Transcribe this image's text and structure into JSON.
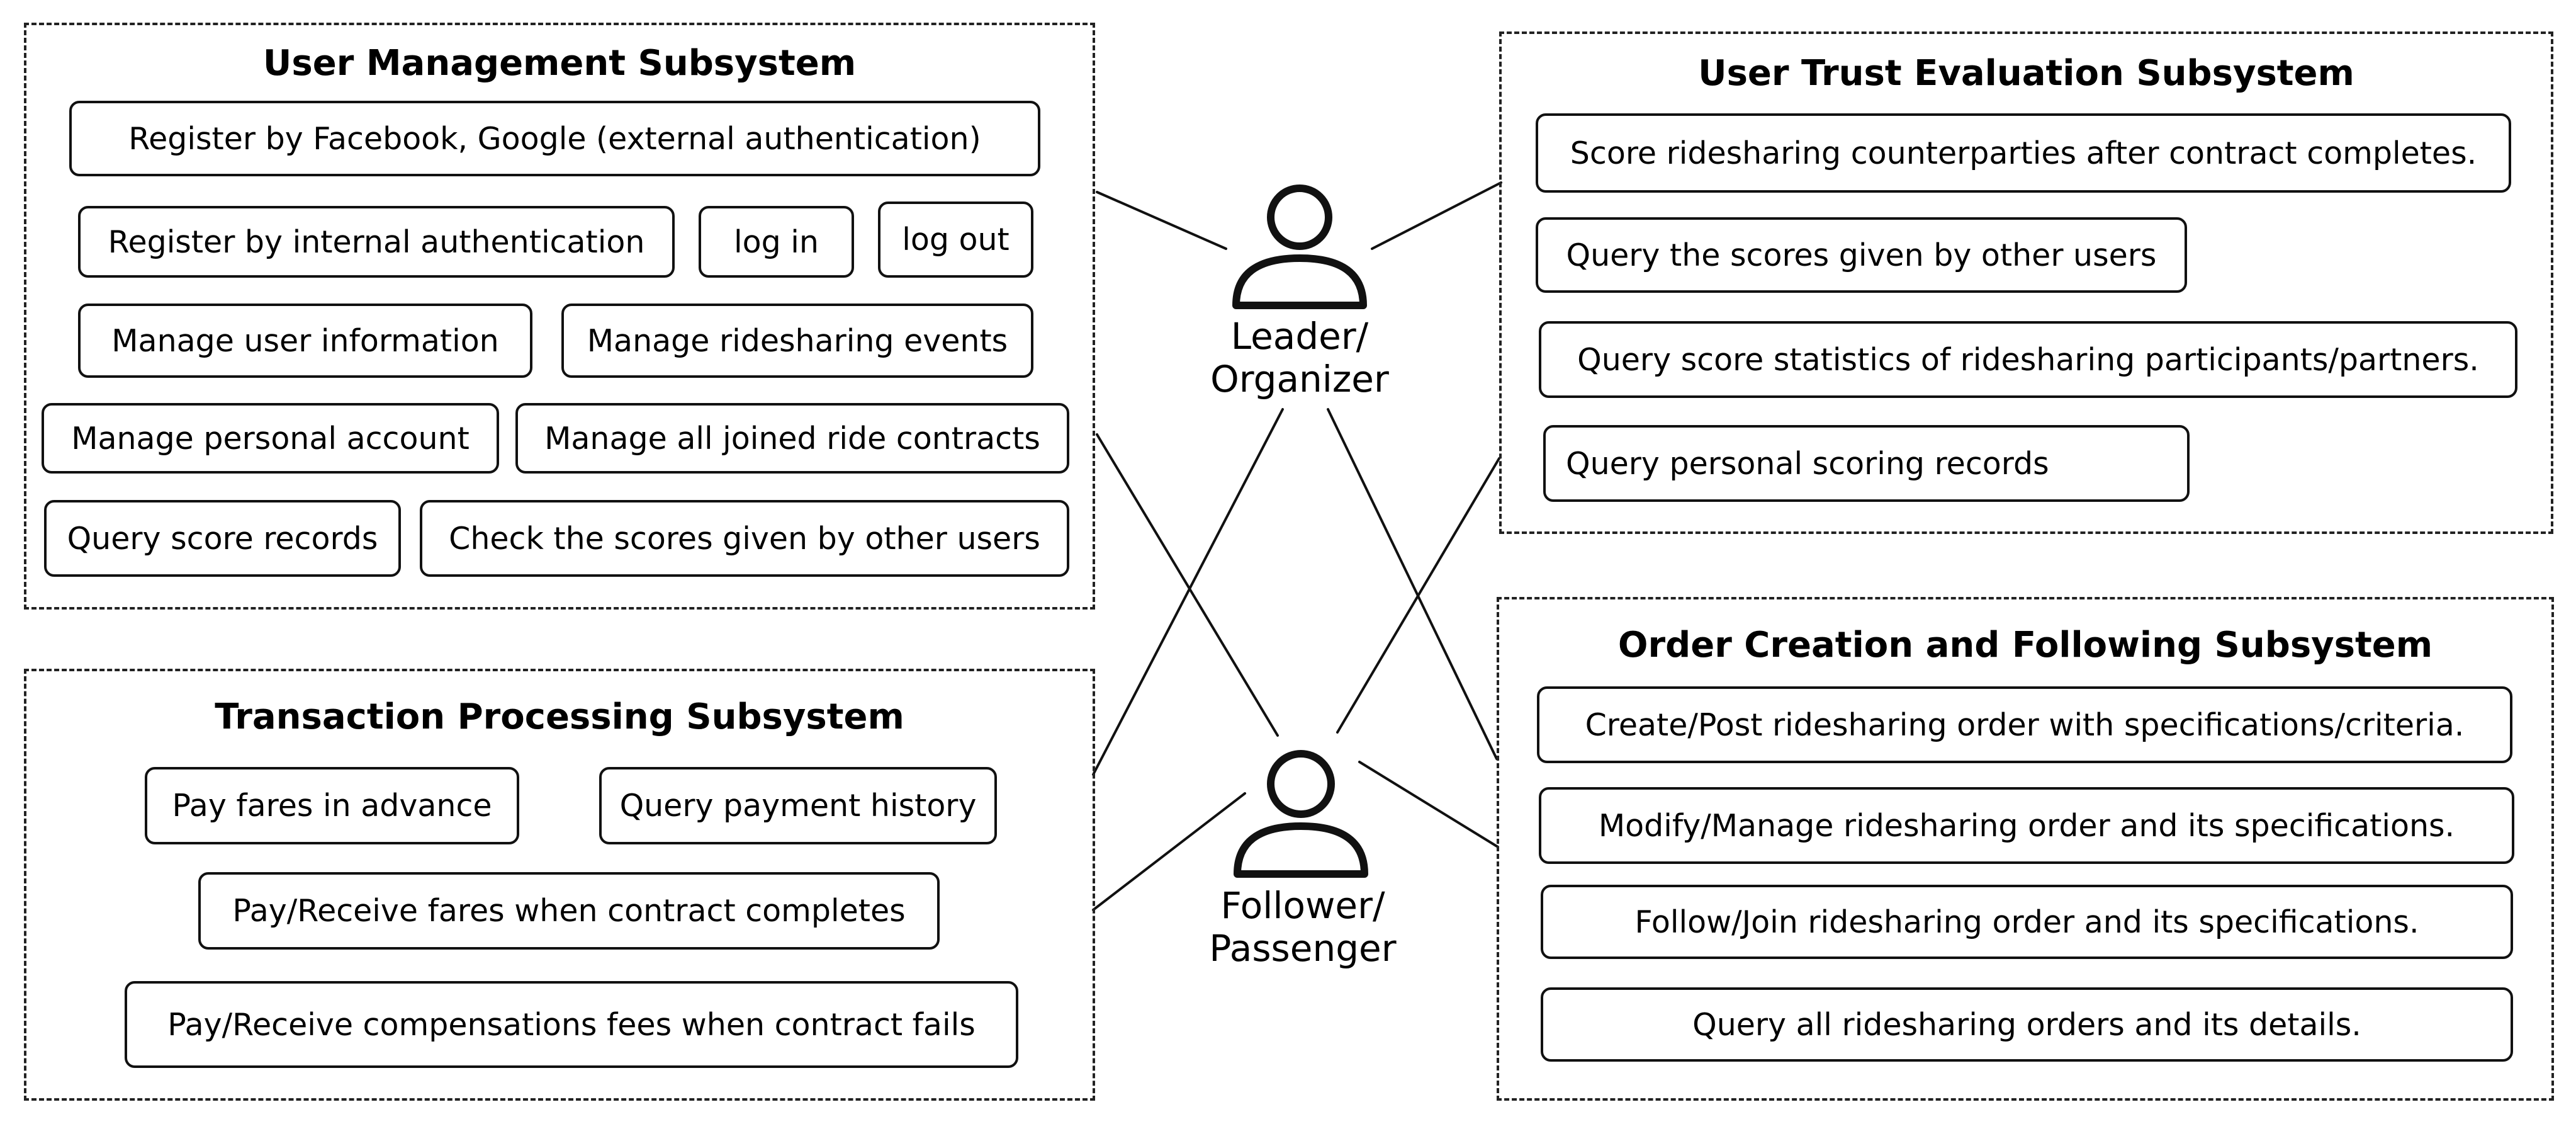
{
  "colors": {
    "line": "#111111",
    "border": "#222222",
    "background": "#ffffff"
  },
  "actors": {
    "leader": {
      "icon": "person-icon",
      "label_line1": "Leader/",
      "label_line2": "Organizer"
    },
    "follower": {
      "icon": "person-icon",
      "label_line1": "Follower/",
      "label_line2": "Passenger"
    }
  },
  "user_management": {
    "title": "User Management Subsystem",
    "use_cases": [
      "Register by Facebook, Google (external authentication)",
      "Register by internal authentication",
      "log in",
      "log out",
      "Manage user information",
      "Manage ridesharing events",
      "Manage personal account",
      "Manage all joined ride contracts",
      "Query score records",
      "Check the scores given by other users"
    ]
  },
  "trust_evaluation": {
    "title": "User Trust Evaluation Subsystem",
    "use_cases": [
      "Score ridesharing counterparties after contract completes.",
      "Query the scores given by other users",
      "Query score statistics of ridesharing participants/partners.",
      "Query personal scoring records"
    ]
  },
  "transaction": {
    "title": "Transaction Processing Subsystem",
    "use_cases": [
      "Pay fares in advance",
      "Query payment history",
      "Pay/Receive fares when contract completes",
      "Pay/Receive compensations fees when contract fails"
    ]
  },
  "order": {
    "title": "Order Creation and Following Subsystem",
    "use_cases": [
      "Create/Post ridesharing order with specifications/criteria.",
      "Modify/Manage ridesharing order and its specifications.",
      "Follow/Join ridesharing order and its specifications.",
      "Query all ridesharing orders and its details."
    ]
  }
}
